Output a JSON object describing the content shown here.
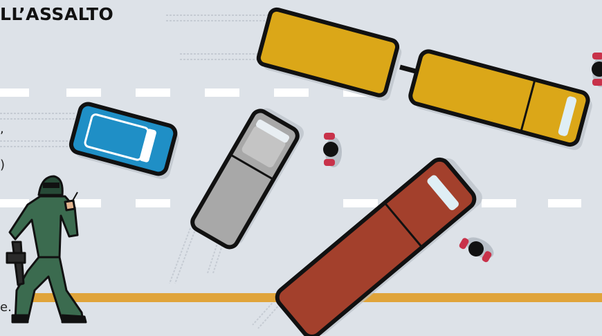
{
  "title": "LL’ASSALTO",
  "text_fragments": [
    ",",
    ")",
    "e."
  ],
  "colors": {
    "background": "#dde2e8",
    "lane_marking": "#ffffff",
    "road_edge_line": "#e0a43a",
    "truck_yellow": "#dba718",
    "car_blue": "#1f8fc6",
    "pickup_grey": "#a8a8a8",
    "pickup_red": "#a3402c",
    "soldier_green": "#3b6b4f",
    "outline": "#111111"
  },
  "icons": [
    "armed-soldier-figure",
    "person-topdown-icon"
  ]
}
